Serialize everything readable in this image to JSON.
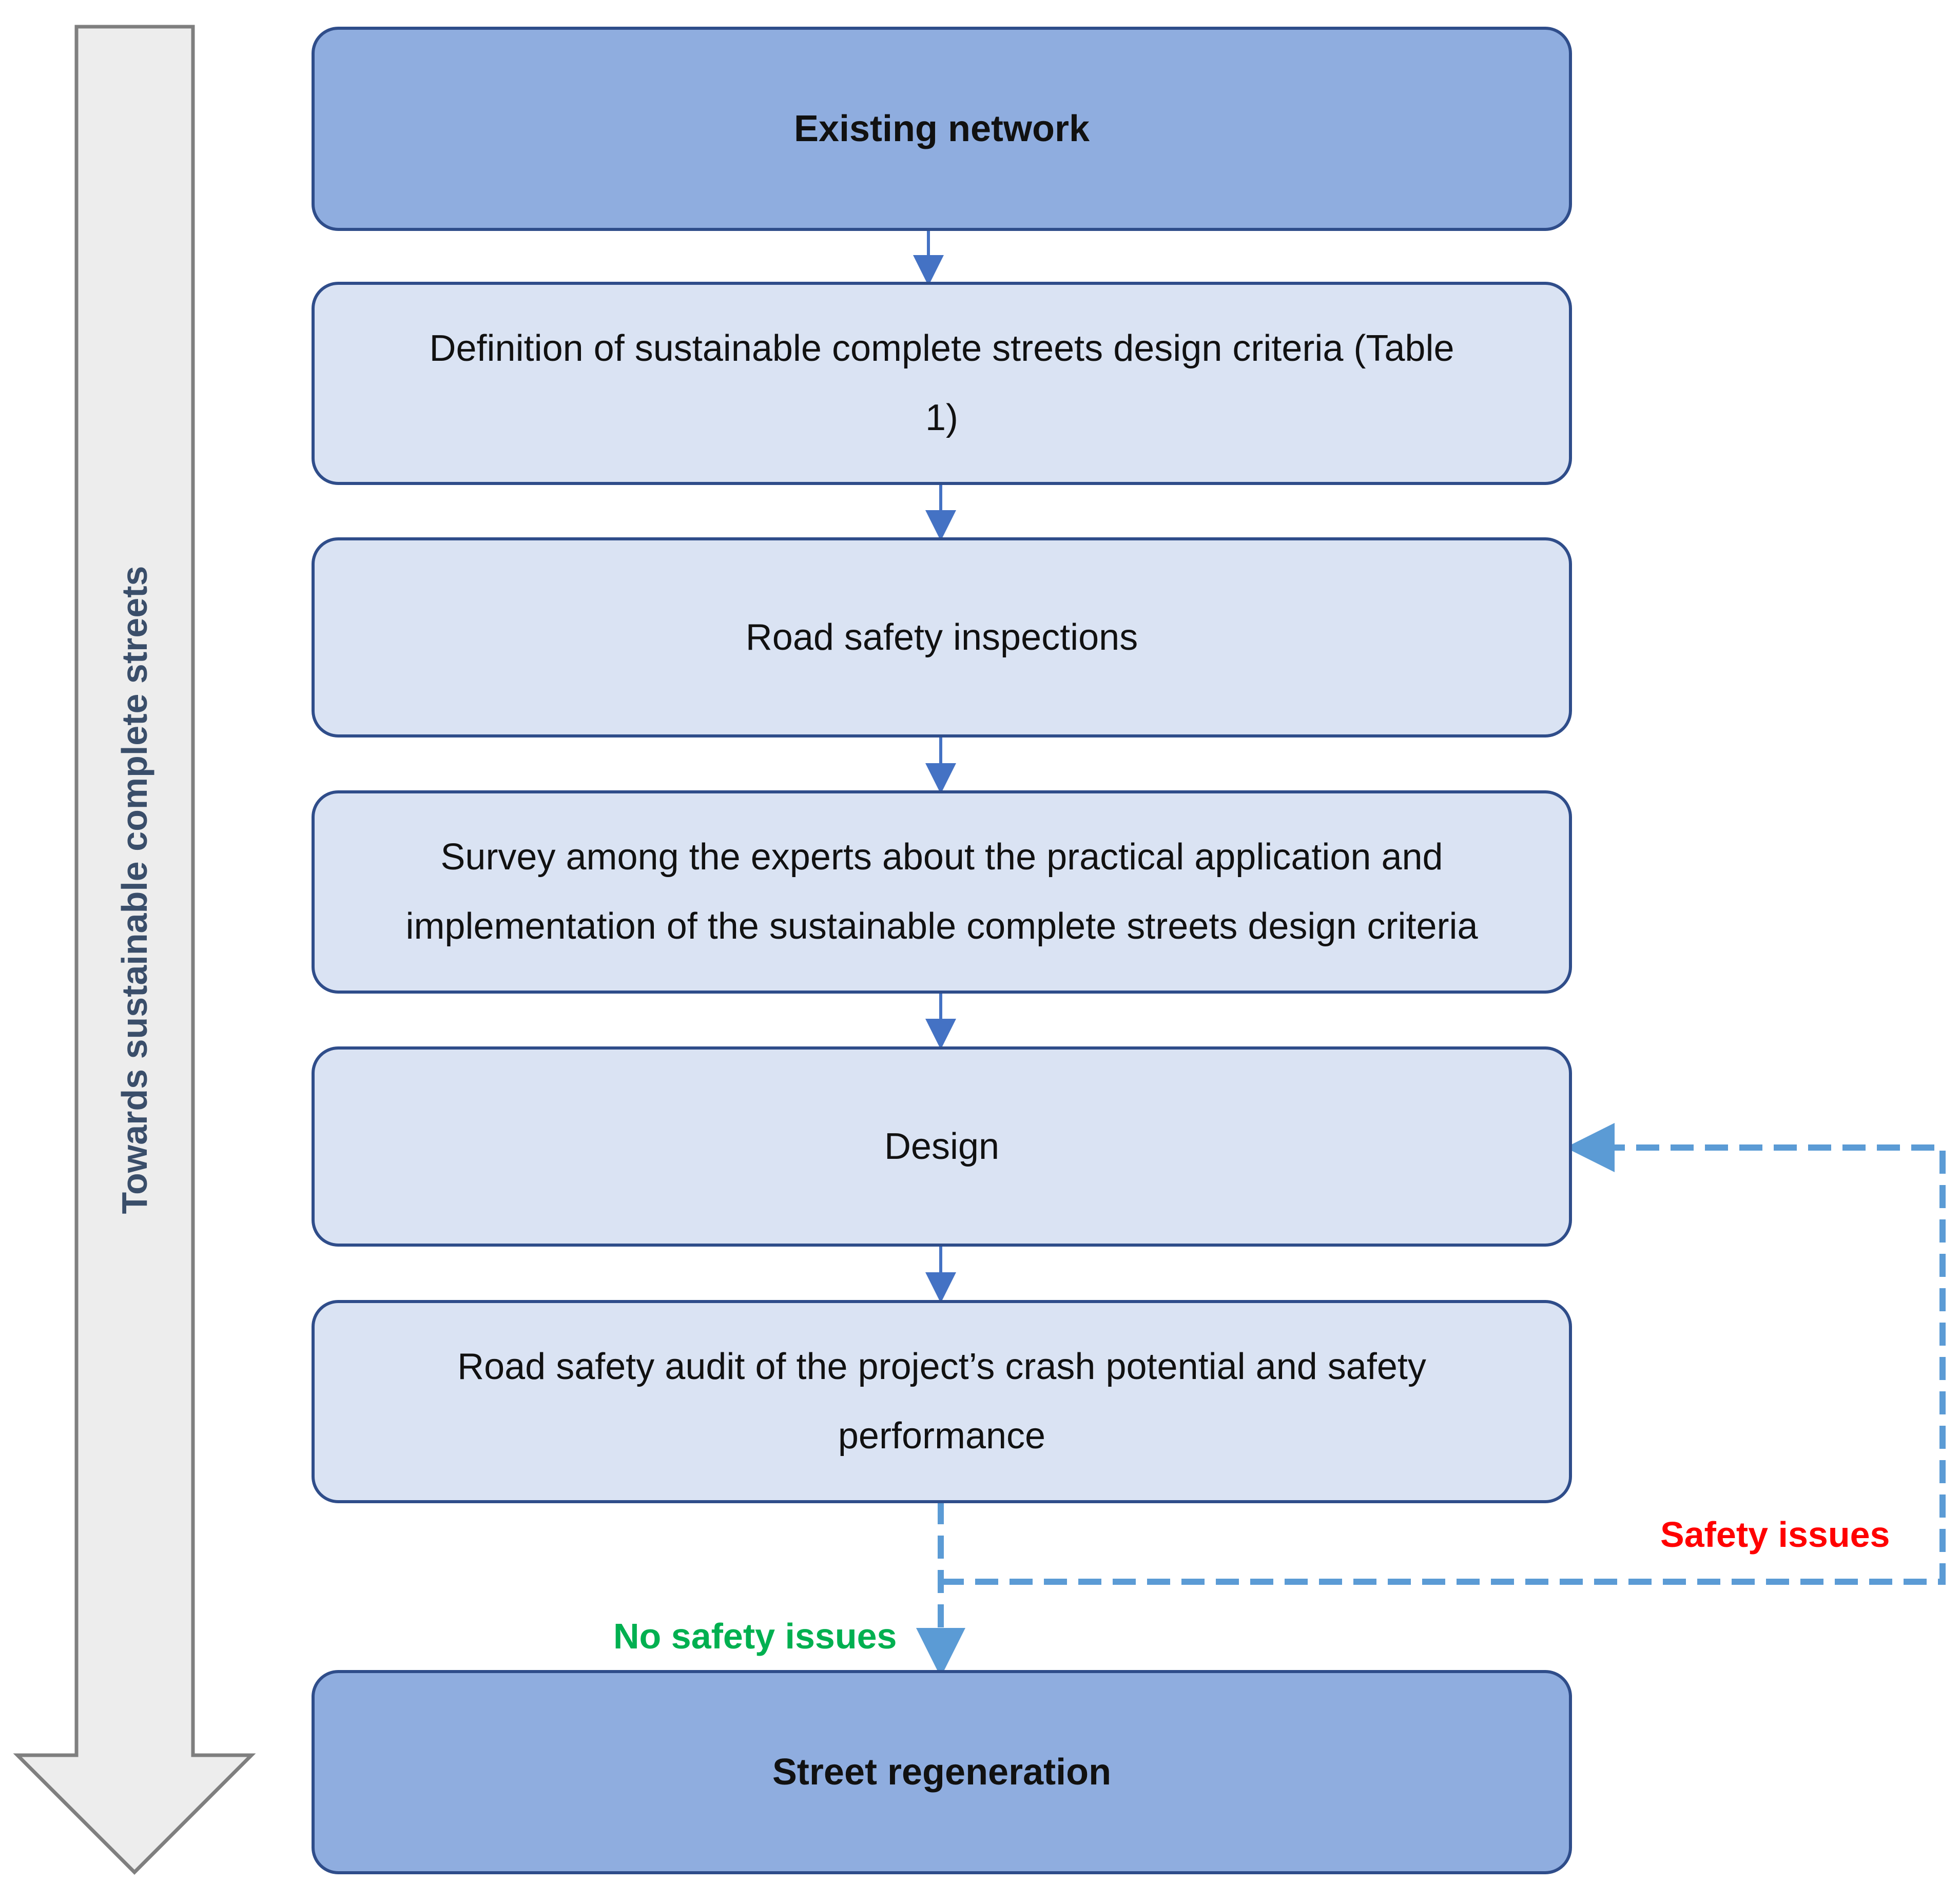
{
  "side_arrow": {
    "label": "Towards sustainable complete streets"
  },
  "steps": [
    {
      "text": "Existing network"
    },
    {
      "text": "Definition of sustainable complete streets design criteria (Table 1)"
    },
    {
      "text": "Road safety inspections"
    },
    {
      "text": "Survey among the experts about the practical application and implementation of the sustainable complete streets design criteria"
    },
    {
      "text": "Design"
    },
    {
      "text": "Road safety audit of the project’s crash potential and safety performance"
    },
    {
      "text": "Street regeneration"
    }
  ],
  "branches": {
    "fail_label": "Safety issues",
    "pass_label": "No safety issues"
  },
  "colors": {
    "terminal_fill": "#8FADDF",
    "step_fill": "#DAE3F3",
    "box_border": "#2F4D8A",
    "arrow": "#4472C4",
    "dashed_connector": "#5B9BD5",
    "fail_text": "#FF0000",
    "pass_text": "#00B050",
    "side_arrow_fill": "#EDEDED",
    "side_arrow_stroke": "#7F7F7F"
  }
}
